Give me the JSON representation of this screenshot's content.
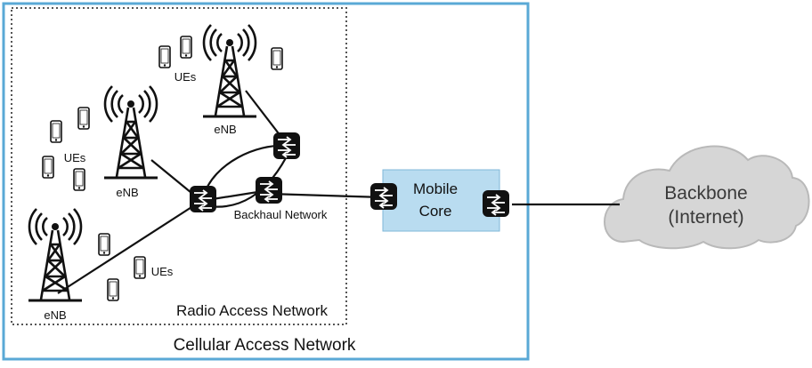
{
  "outer_box_label": "Cellular Access Network",
  "ran_box_label": "Radio Access Network",
  "backhaul_label": "Backhaul Network",
  "core": {
    "line1": "Mobile",
    "line2": "Core"
  },
  "cloud": {
    "line1": "Backbone",
    "line2": "(Internet)"
  },
  "enb_labels": [
    "eNB",
    "eNB",
    "eNB"
  ],
  "ue_labels": [
    "UEs",
    "UEs",
    "UEs"
  ],
  "colors": {
    "outer_border": "#5aa9d6",
    "core_fill": "#b9dcf0",
    "cloud_fill": "#d6d6d6",
    "switch": "#111111"
  }
}
